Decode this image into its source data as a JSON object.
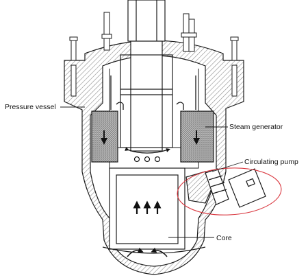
{
  "labels": {
    "pressure_vessel": "Pressure vessel",
    "steam_generator": "Steam generator",
    "circulating_pump": "Circulating pump",
    "core": "Core"
  },
  "colors": {
    "line": "#1a1a1a",
    "hatch": "#9a9a9a",
    "stipple": "#555555",
    "highlight": "#d9363e",
    "background": "#ffffff"
  }
}
